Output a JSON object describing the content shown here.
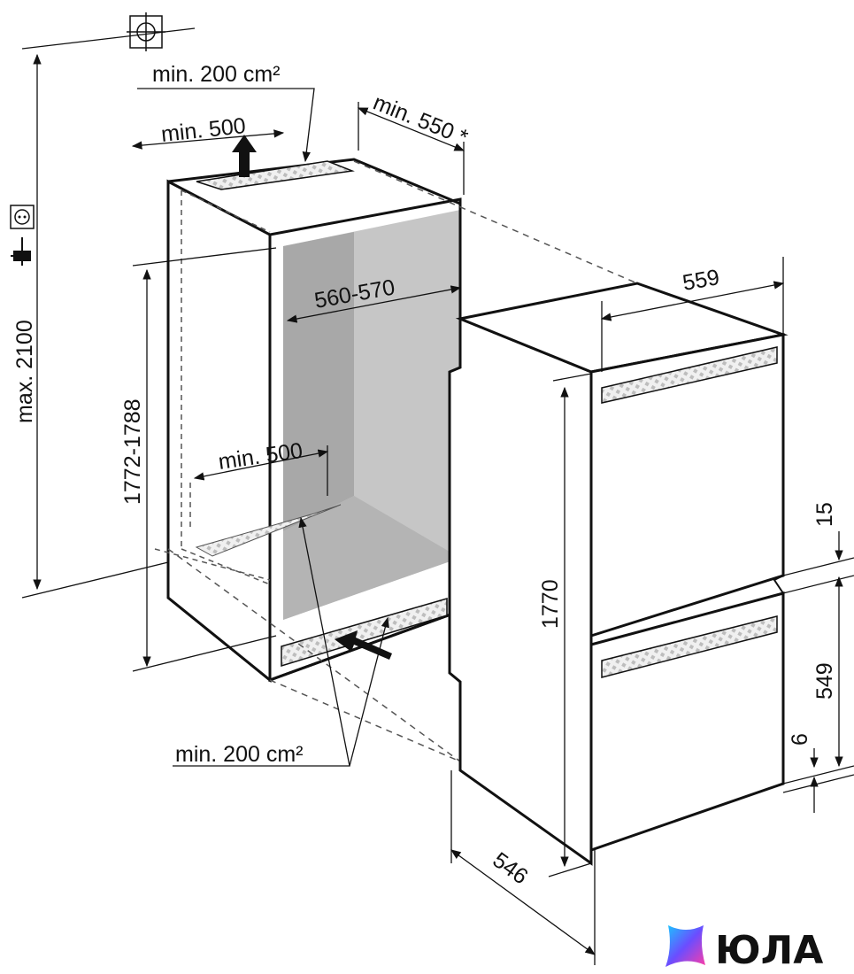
{
  "diagram": {
    "labels": {
      "max_height": "max. 2100",
      "vent_top_area": "min. 200 cm²",
      "vent_top_width": "min. 500",
      "depth_top": "min. 550 *",
      "niche_width": "560-570",
      "niche_height": "1772-1788",
      "vent_bottom_width": "min. 500",
      "vent_bottom_area": "min. 200 cm²",
      "appliance_width": "559",
      "appliance_height": "1770",
      "gap_top": "15",
      "door_lower": "549",
      "gap_bottom": "6",
      "appliance_depth": "546"
    }
  },
  "logo": {
    "text": "ЮЛА"
  }
}
